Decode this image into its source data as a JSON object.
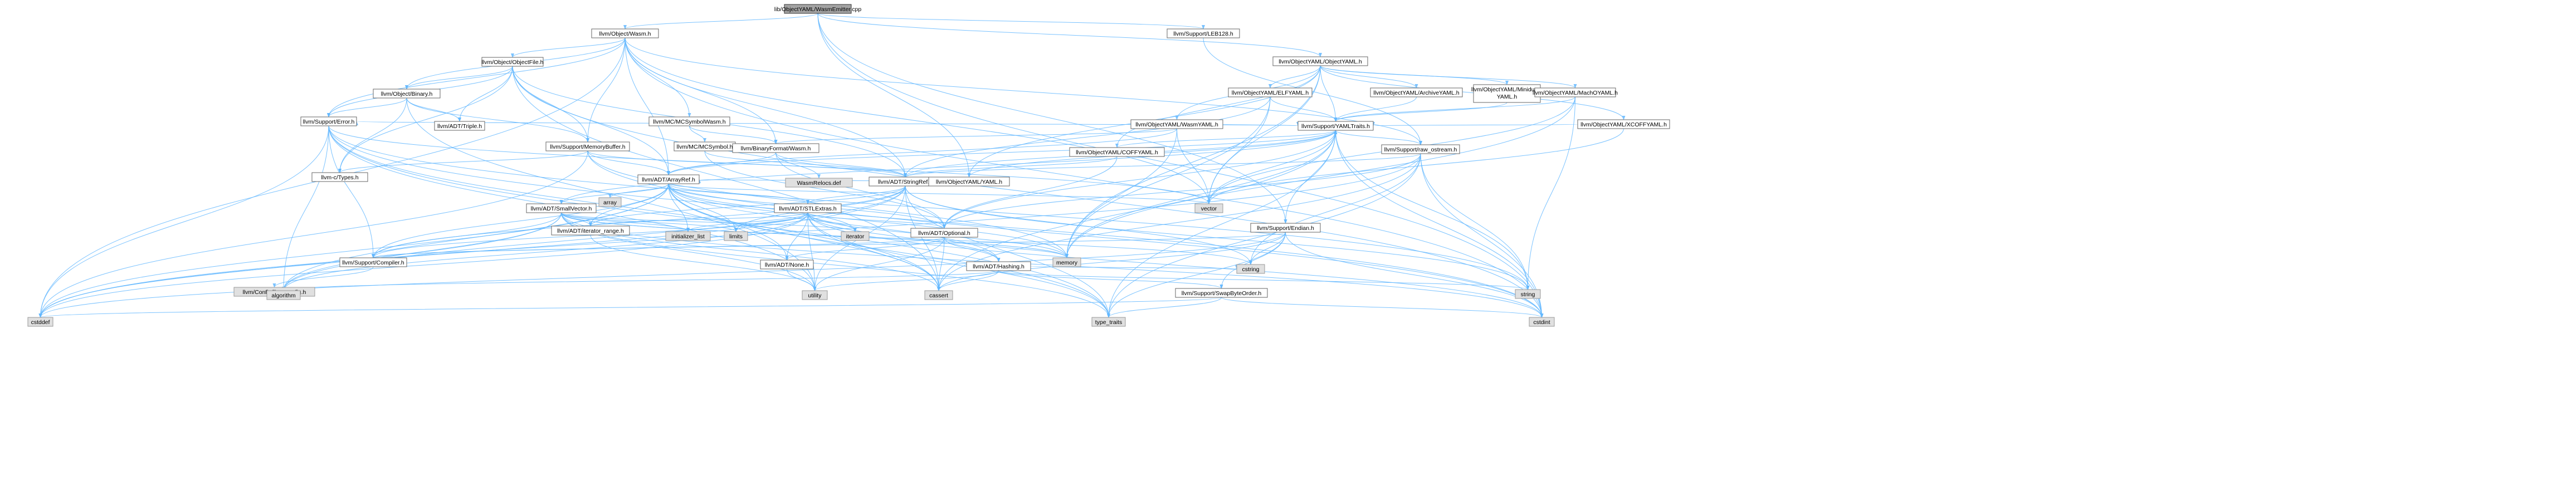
{
  "colors": {
    "edge": "#63b8ff",
    "root_fill": "#a3a3a3",
    "system_fill": "#e0e0e0",
    "node_fill": "#ffffff",
    "truncated_text": "#b40000"
  },
  "nodes": {
    "root": "lib/ObjectYAML/WasmEmitter.cpp",
    "object_wasm": "llvm/Object/Wasm.h",
    "leb128": "llvm/Support/LEB128.h",
    "objectyaml": "llvm/ObjectYAML/ObjectYAML.h",
    "objectfile": "llvm/Object/ObjectFile.h",
    "binary": "llvm/Object/Binary.h",
    "support_error": "llvm/Support/Error.h",
    "adt_triple": "llvm/ADT/Triple.h",
    "mc_symbolwasm": "llvm/MC/MCSymbolWasm.h",
    "mc_symbol": "llvm/MC/MCSymbol.h",
    "memorybuffer": "llvm/Support/MemoryBuffer.h",
    "binaryformat_wasm": "llvm/BinaryFormat/Wasm.h",
    "c_types": "llvm-c/Types.h",
    "arrayref": "llvm/ADT/ArrayRef.h",
    "wasmrelocs": "WasmRelocs.def",
    "stringref": "llvm/ADT/StringRef.h",
    "yamlutil": "llvm/ObjectYAML/YAML.h",
    "elfyaml": "llvm/ObjectYAML/ELFYAML.h",
    "wasmyaml": "llvm/ObjectYAML/WasmYAML.h",
    "coffyaml": "llvm/ObjectYAML/COFFYAML.h",
    "archiveyaml": "llvm/ObjectYAML/ArchiveYAML.h",
    "minidumpyaml": "llvm/ObjectYAML/Minidump YAML.h",
    "machoyaml": "llvm/ObjectYAML/MachOYAML.h",
    "xcoffyaml": "llvm/ObjectYAML/XCOFFYAML.h",
    "yamltraits": "llvm/Support/YAMLTraits.h",
    "raw_ostream": "llvm/Support/raw_ostream.h",
    "smallvector": "llvm/ADT/SmallVector.h",
    "stlextras": "llvm/ADT/STLExtras.h",
    "array": "array",
    "iterator_range": "llvm/ADT/iterator_range.h",
    "initializer_list": "initializer_list",
    "limits": "limits",
    "iterator": "iterator",
    "optional": "llvm/ADT/Optional.h",
    "vector": "vector",
    "endian": "llvm/Support/Endian.h",
    "compiler": "llvm/Support/Compiler.h",
    "adt_none": "llvm/ADT/None.h",
    "hashing": "llvm/ADT/Hashing.h",
    "memory": "memory",
    "config": "llvm/Config/llvm-config.h",
    "algorithm": "algorithm",
    "utility": "utility",
    "cassert": "cassert",
    "cstring": "cstring",
    "string": "string",
    "swapbyteorder": "llvm/Support/SwapByteOrder.h",
    "cstddef": "cstddef",
    "type_traits": "type_traits",
    "cstdint": "cstdint"
  }
}
